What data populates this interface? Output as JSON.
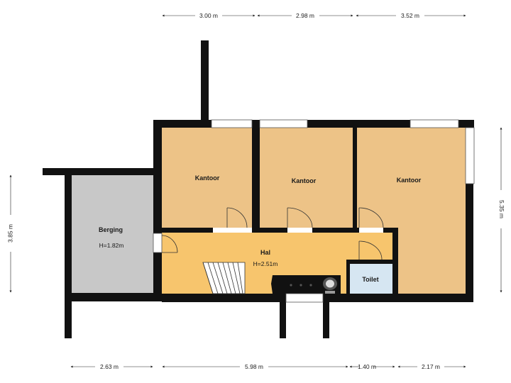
{
  "colors": {
    "wall": "#111111",
    "office_floor": "#edc387",
    "hall_floor": "#f7c56d",
    "storage_floor": "#c8c8c8",
    "toilet_floor": "#d6e6f2",
    "window": "#ffffff",
    "dimension_line": "#222222"
  },
  "rooms": {
    "office_left": {
      "label": "Kantoor"
    },
    "office_middle": {
      "label": "Kantoor"
    },
    "office_right": {
      "label": "Kantoor"
    },
    "storage": {
      "label": "Berging",
      "height": "H=1.82m"
    },
    "hall": {
      "label": "Hal",
      "height": "H=2.51m"
    },
    "toilet": {
      "label": "Toilet"
    }
  },
  "dimensions": {
    "top": [
      "3.00 m",
      "2.98 m",
      "3.52 m"
    ],
    "bottom": [
      "2.63 m",
      "5.98 m",
      "1.40 m",
      "2.17 m"
    ],
    "left": "3.85 m",
    "right": "5.35 m"
  },
  "icons": {
    "stairs": "staircase-icon",
    "toilet": "toilet-bowl-icon",
    "counter": "kitchen-counter-icon",
    "door": "door-swing-icon",
    "window": "window-icon"
  }
}
